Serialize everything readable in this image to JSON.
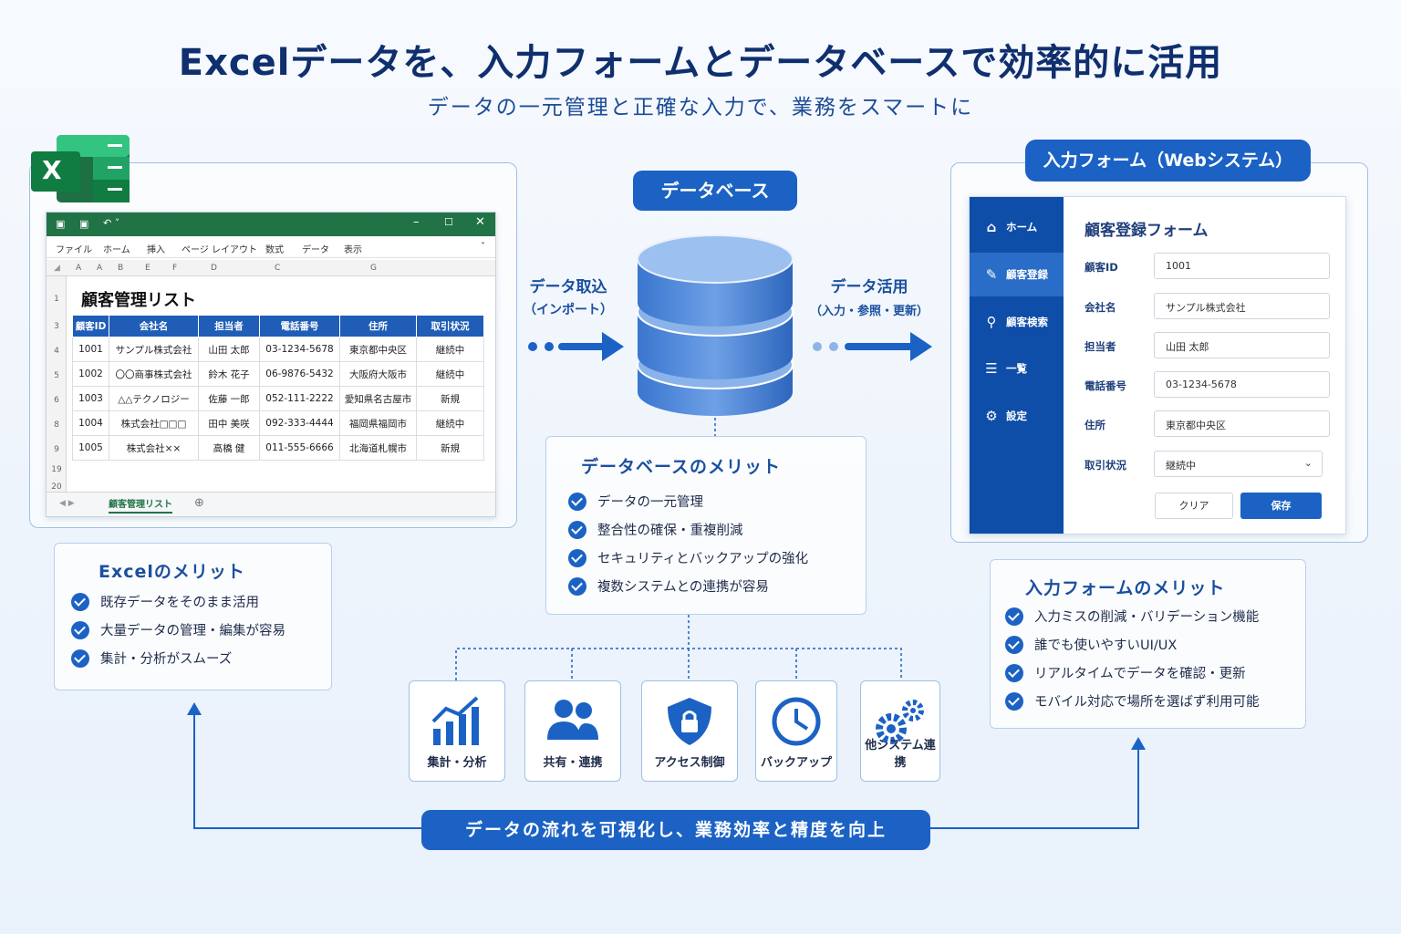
{
  "title": "Excelデータを、入力フォームとデータベースで効率的に活用",
  "subtitle": "データの一元管理と正確な入力で、業務をスマートに",
  "excel": {
    "logo_letter": "X",
    "menu": [
      "ファイル",
      "ホーム",
      "挿入",
      "ページ レイアウト",
      "数式",
      "データ",
      "表示"
    ],
    "col_letters": [
      "A",
      "A",
      "B",
      "E",
      "F",
      "D",
      "C",
      "G"
    ],
    "row_numbers": [
      "1",
      "3",
      "4",
      "5",
      "6",
      "8",
      "9",
      "19",
      "20"
    ],
    "sheet_title": "顧客管理リスト",
    "headers": [
      "顧客ID",
      "会社名",
      "担当者",
      "電話番号",
      "住所",
      "取引状況"
    ],
    "rows": [
      [
        "1001",
        "サンプル株式会社",
        "山田 太郎",
        "03-1234-5678",
        "東京都中央区",
        "継続中"
      ],
      [
        "1002",
        "〇〇商事株式会社",
        "鈴木 花子",
        "06-9876-5432",
        "大阪府大阪市",
        "継続中"
      ],
      [
        "1003",
        "△△テクノロジー",
        "佐藤 一郎",
        "052-111-2222",
        "愛知県名古屋市",
        "新規"
      ],
      [
        "1004",
        "株式会社□□□",
        "田中 美咲",
        "092-333-4444",
        "福岡県福岡市",
        "継続中"
      ],
      [
        "1005",
        "株式会社××",
        "高橋 健",
        "011-555-6666",
        "北海道札幌市",
        "新規"
      ]
    ],
    "sheet_tab": "顧客管理リスト"
  },
  "excel_merit": {
    "title": "Excelのメリット",
    "items": [
      "既存データをそのまま活用",
      "大量データの管理・編集が容易",
      "集計・分析がスムーズ"
    ]
  },
  "database": {
    "label": "データベース",
    "import_label": "データ取込",
    "import_sub": "（インポート）",
    "use_label": "データ活用",
    "use_sub": "（入力・参照・更新）",
    "merit_title": "データベースのメリット",
    "merit_items": [
      "データの一元管理",
      "整合性の確保・重複削減",
      "セキュリティとバックアップの強化",
      "複数システムとの連携が容易"
    ]
  },
  "form": {
    "section_label": "入力フォーム（Webシステム）",
    "sidebar": [
      {
        "icon": "home-icon",
        "label": "ホーム"
      },
      {
        "icon": "pencil-icon",
        "label": "顧客登録"
      },
      {
        "icon": "search-icon",
        "label": "顧客検索"
      },
      {
        "icon": "list-icon",
        "label": "一覧"
      },
      {
        "icon": "gear-icon",
        "label": "設定"
      }
    ],
    "heading": "顧客登録フォーム",
    "fields": [
      {
        "label": "顧客ID",
        "value": "1001"
      },
      {
        "label": "会社名",
        "value": "サンプル株式会社"
      },
      {
        "label": "担当者",
        "value": "山田 太郎"
      },
      {
        "label": "電話番号",
        "value": "03-1234-5678"
      },
      {
        "label": "住所",
        "value": "東京都中央区"
      },
      {
        "label": "取引状況",
        "value": "継続中"
      }
    ],
    "clear_label": "クリア",
    "save_label": "保存"
  },
  "form_merit": {
    "title": "入力フォームのメリット",
    "items": [
      "入力ミスの削減・バリデーション機能",
      "誰でも使いやすいUI/UX",
      "リアルタイムでデータを確認・更新",
      "モバイル対応で場所を選ばず利用可能"
    ]
  },
  "features": [
    "集計・分析",
    "共有・連携",
    "アクセス制御",
    "バックアップ",
    "他システム連携"
  ],
  "bottom_banner": "データの流れを可視化し、業務効率と精度を向上",
  "colors": {
    "primary": "#1b62c4",
    "dark": "#0f4ea8",
    "excel": "#217346"
  }
}
